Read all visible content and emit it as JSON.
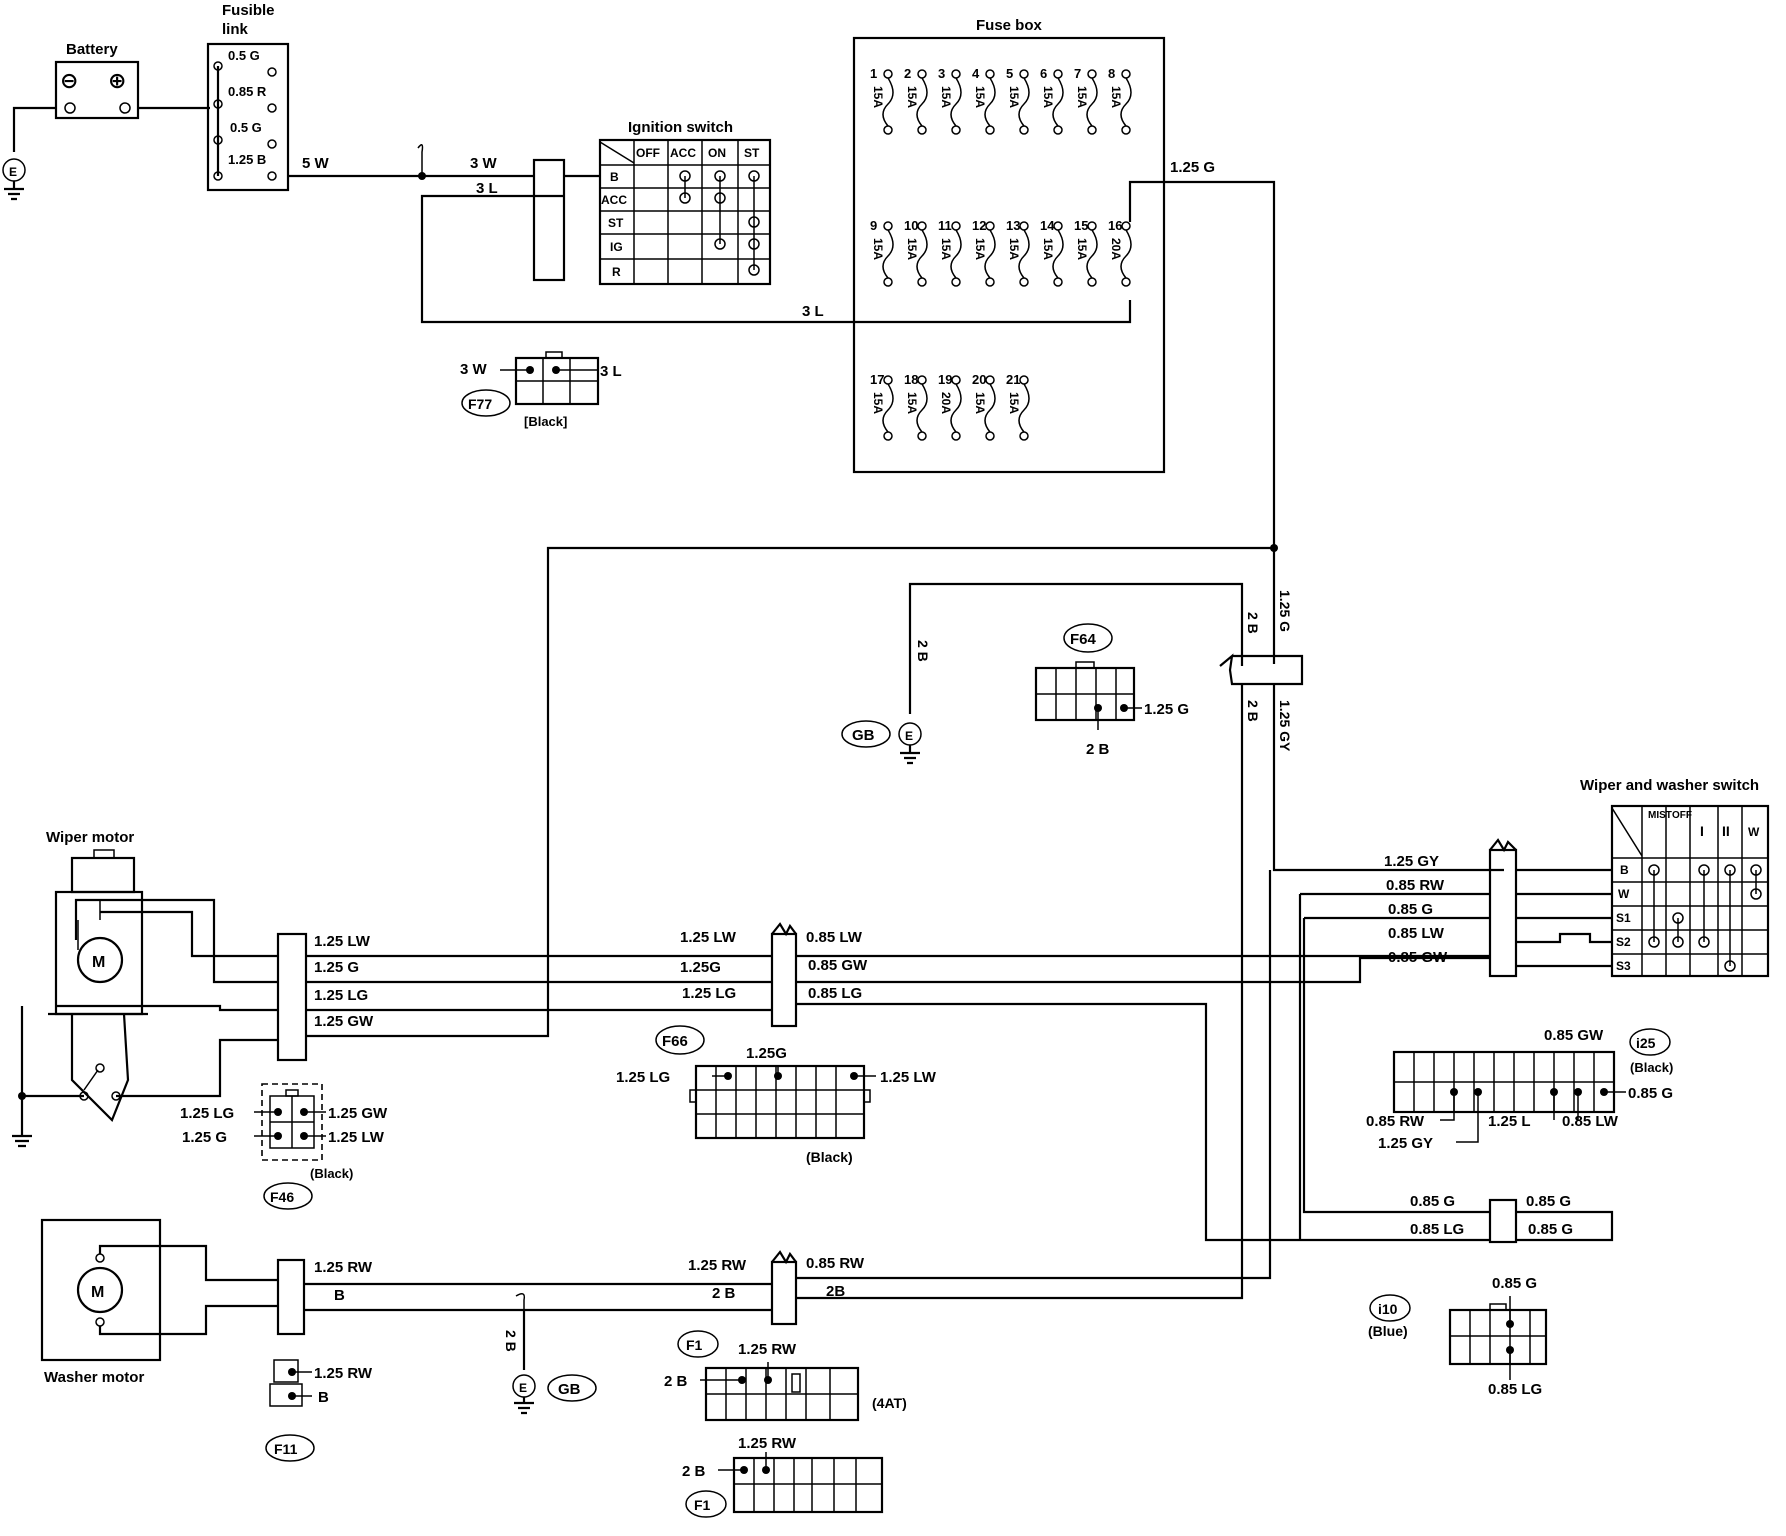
{
  "battery": {
    "label": "Battery",
    "minus": "⊖",
    "plus": "⊕"
  },
  "fusible_link": {
    "title_line1": "Fusible",
    "title_line2": "link",
    "links": [
      "0.5 G",
      "0.85 R",
      "0.5 G",
      "1.25 B"
    ]
  },
  "ground_e": "E",
  "ground_gb": "GB",
  "fuse_box": {
    "title": "Fuse box",
    "row1": [
      {
        "n": "1",
        "a": "15A"
      },
      {
        "n": "2",
        "a": "15A"
      },
      {
        "n": "3",
        "a": "15A"
      },
      {
        "n": "4",
        "a": "15A"
      },
      {
        "n": "5",
        "a": "15A"
      },
      {
        "n": "6",
        "a": "15A"
      },
      {
        "n": "7",
        "a": "15A"
      },
      {
        "n": "8",
        "a": "15A"
      }
    ],
    "row2": [
      {
        "n": "9",
        "a": "15A"
      },
      {
        "n": "10",
        "a": "15A"
      },
      {
        "n": "11",
        "a": "15A"
      },
      {
        "n": "12",
        "a": "15A"
      },
      {
        "n": "13",
        "a": "15A"
      },
      {
        "n": "14",
        "a": "15A"
      },
      {
        "n": "15",
        "a": "15A"
      },
      {
        "n": "16",
        "a": "20A"
      }
    ],
    "row3": [
      {
        "n": "17",
        "a": "15A"
      },
      {
        "n": "18",
        "a": "15A"
      },
      {
        "n": "19",
        "a": "20A"
      },
      {
        "n": "20",
        "a": "15A"
      },
      {
        "n": "21",
        "a": "15A"
      }
    ]
  },
  "ignition_switch": {
    "title": "Ignition switch",
    "cols": [
      "OFF",
      "ACC",
      "ON",
      "ST"
    ],
    "rows": [
      "B",
      "ACC",
      "ST",
      "IG",
      "R"
    ]
  },
  "wires": {
    "w5": "5 W",
    "w3w": "3 W",
    "w3l": "3 L",
    "w3l_b": "3 L",
    "g125": "1.25 G",
    "b2": "2 B",
    "gy125": "1.25 GY",
    "lw125": "1.25 LW",
    "g125b": "1.25 G",
    "lg125": "1.25 LG",
    "gw125": "1.25 GW",
    "lw125m": "1.25 LW",
    "g125m": "1.25G",
    "lg125m": "1.25 LG",
    "lw085": "0.85 LW",
    "gw085": "0.85 GW",
    "lg085": "0.85 LG",
    "gy125r": "1.25 GY",
    "rw085": "0.85 RW",
    "g085": "0.85 G",
    "lw085r": "0.85 LW",
    "gw085r": "0.85 GW",
    "g085a": "0.85 G",
    "lg085a": "0.85 LG",
    "g085b": "0.85 G",
    "g085c": "0.85 G",
    "rw125": "1.25 RW",
    "b_w": "B",
    "rw125m": "1.25 RW",
    "b2m": "2 B",
    "rw085m": "0.85 RW",
    "b2r": "2B",
    "b2v": "2 B",
    "b2v2": "2 B",
    "g125v": "1.25 G"
  },
  "f77": {
    "id": "F77",
    "left": "3 W",
    "right": "3 L",
    "color": "[Black]"
  },
  "f64": {
    "id": "F64",
    "right": "1.25 G",
    "bottom": "2 B"
  },
  "f66": {
    "id": "F66",
    "left": "1.25 LG",
    "top": "1.25G",
    "right": "1.25 LW",
    "color": "(Black)"
  },
  "f46": {
    "id": "F46",
    "tl": "1.25 LG",
    "bl": "1.25 G",
    "tr": "1.25 GW",
    "br": "1.25 LW",
    "color": "(Black)"
  },
  "wiper_motor": {
    "label": "Wiper motor",
    "m": "M"
  },
  "washer_motor": {
    "label": "Washer motor",
    "m": "M"
  },
  "f11": {
    "id": "F11",
    "top": "1.25 RW",
    "bottom": "B"
  },
  "f1a": {
    "id": "F1",
    "top": "1.25 RW",
    "left": "2 B",
    "note": "(4AT)"
  },
  "f1b": {
    "id": "F1",
    "top": "1.25 RW",
    "left": "2 B"
  },
  "wiper_switch": {
    "title": "Wiper and washer switch",
    "cols": [
      "MIST",
      "OFF",
      "I",
      "II",
      "W"
    ],
    "rows": [
      "B",
      "W",
      "S1",
      "S2",
      "S3"
    ]
  },
  "i25": {
    "id": "i25",
    "color": "(Black)",
    "top": "0.85 GW",
    "right": "0.85 G",
    "rw": "0.85 RW",
    "gy": "1.25 GY",
    "l": "1.25 L",
    "lw": "0.85 LW"
  },
  "i10": {
    "id": "i10",
    "color": "(Blue)",
    "top": "0.85 G",
    "bottom": "0.85 LG"
  }
}
